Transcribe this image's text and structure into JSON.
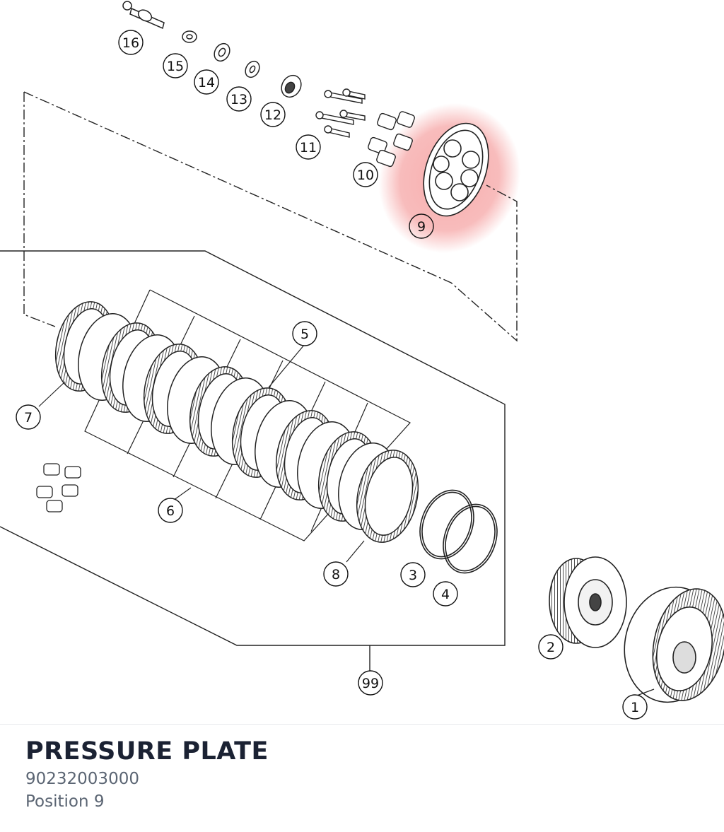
{
  "part": {
    "name": "PRESSURE PLATE",
    "number": "90232003000",
    "position": "Position 9"
  },
  "highlight_color": "#f06a6a",
  "callouts": [
    {
      "id": "16",
      "label": "16",
      "highlighted": false
    },
    {
      "id": "15",
      "label": "15",
      "highlighted": false
    },
    {
      "id": "14",
      "label": "14",
      "highlighted": false
    },
    {
      "id": "13",
      "label": "13",
      "highlighted": false
    },
    {
      "id": "12",
      "label": "12",
      "highlighted": false
    },
    {
      "id": "11",
      "label": "11",
      "highlighted": false
    },
    {
      "id": "10",
      "label": "10",
      "highlighted": false
    },
    {
      "id": "9",
      "label": "9",
      "highlighted": true
    },
    {
      "id": "7",
      "label": "7",
      "highlighted": false
    },
    {
      "id": "5",
      "label": "5",
      "highlighted": false
    },
    {
      "id": "6",
      "label": "6",
      "highlighted": false
    },
    {
      "id": "8",
      "label": "8",
      "highlighted": false
    },
    {
      "id": "3",
      "label": "3",
      "highlighted": false
    },
    {
      "id": "4",
      "label": "4",
      "highlighted": false
    },
    {
      "id": "2",
      "label": "2",
      "highlighted": false
    },
    {
      "id": "99",
      "label": "99",
      "highlighted": false
    },
    {
      "id": "1",
      "label": "1",
      "highlighted": false
    }
  ]
}
